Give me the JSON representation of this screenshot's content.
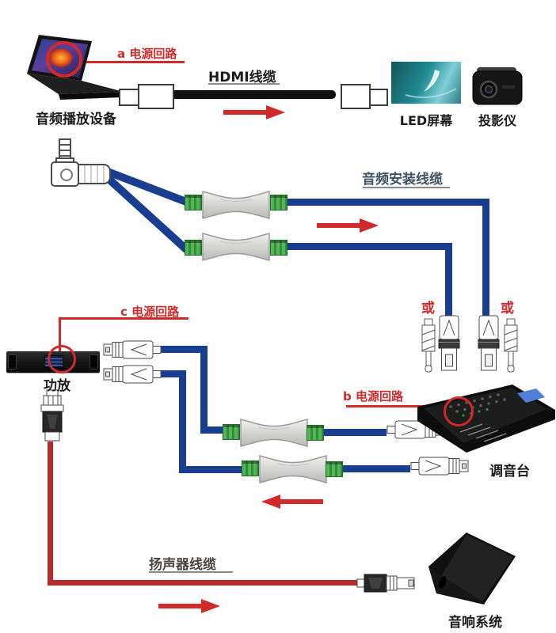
{
  "colors": {
    "signal_cable_blue": "#1a3e8f",
    "power_highlight_red": "#d02a2b",
    "speaker_cable_red": "#b32b2b",
    "terminal_green": "#2f8f3a",
    "isolator_silver": "#d4d4d2",
    "label_ink": "#1c1c1c",
    "install_cable_label": "#3d5262"
  },
  "video_section": {
    "power_loop_a_label": "a 电源回路",
    "hdmi_cable_label": "HDMI线缆",
    "playback_device_label": "音频播放设备",
    "led_screen_label": "LED屏幕",
    "projector_label": "投影仪"
  },
  "install_section": {
    "cable_label": "音频安装线缆",
    "or_left_label": "或",
    "or_right_label": "或"
  },
  "amp_mixer_section": {
    "power_loop_c_label": "c 电源回路",
    "amplifier_label": "功放",
    "power_loop_b_label": "b 电源回路",
    "mixer_label": "调音台"
  },
  "speaker_section": {
    "cable_label": "扬声器线缆",
    "speaker_system_label": "音响系统"
  }
}
